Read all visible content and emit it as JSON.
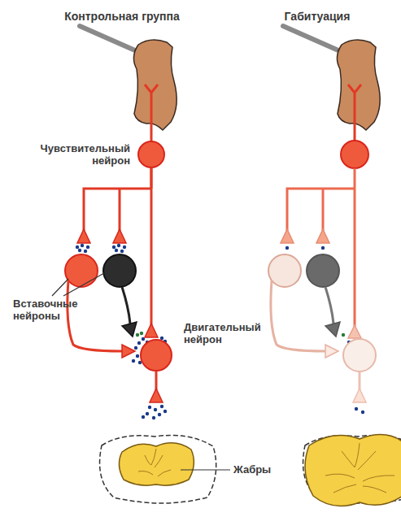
{
  "diagram": {
    "nodes": [
      {
        "text": [
          "Чувствительный нейрон"
        ]
      },
      {
        "text": [
          "Двигательный нейрон"
        ]
      }
    ],
    "edges": [
      {
        "from": 0,
        "to": 1,
        "arrow": "to"
      }
    ],
    "labels": [
      "Контрольная группа",
      "Габитуация",
      "Вставочные нейроны",
      "Жабры"
    ]
  }
}
